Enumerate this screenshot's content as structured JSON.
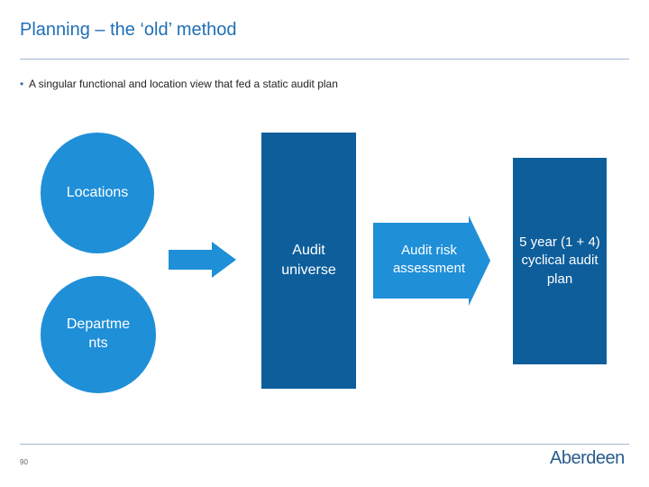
{
  "slide": {
    "title": "Planning – the ‘old’ method",
    "bullet": "A singular functional and location view that fed a static audit plan",
    "page_number": "90",
    "logo_text": "Aberdeen"
  },
  "diagram": {
    "locations_label": "Locations",
    "departments_label": "Departme nts",
    "audit_universe_label": "Audit universe",
    "audit_risk_label": "Audit risk assessment",
    "audit_plan_label": "5 year (1 + 4) cyclical audit plan"
  },
  "colors": {
    "title": "#1f6fb5",
    "circle": "#1f8fd8",
    "dark_blue": "#0d5e9b",
    "arrow": "#1f8fd8"
  }
}
